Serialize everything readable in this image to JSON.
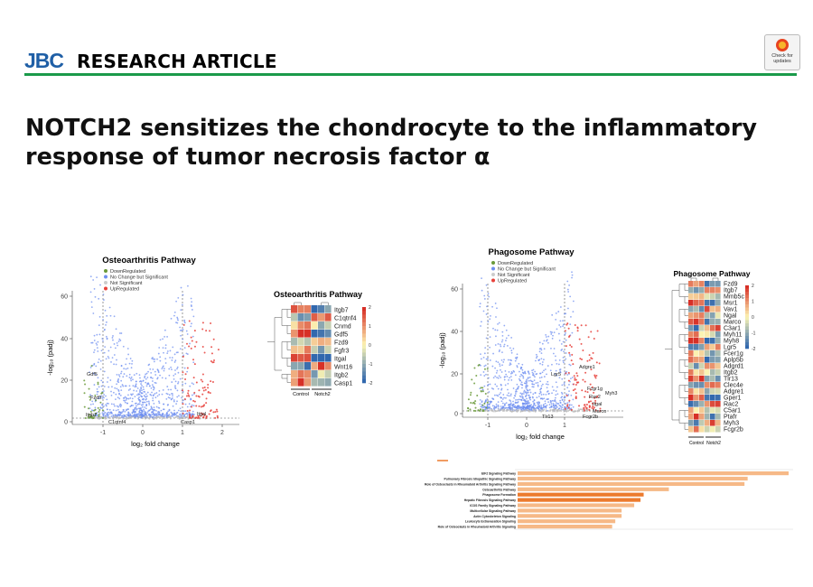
{
  "header": {
    "logo": "JBC",
    "section": "RESEARCH ARTICLE"
  },
  "badge": {
    "line1": "Check for",
    "line2": "updates"
  },
  "article": {
    "title": "NOTCH2 sensitizes the chondrocyte to the inflammatory response of tumor necrosis factor α"
  },
  "volcano1": {
    "title": "Osteoarthritis Pathway",
    "legend": [
      "DownRegulated",
      "No Change but Significant",
      "Not Significant",
      "UpRegulated"
    ],
    "yticks": [
      "60",
      "40",
      "20",
      "0"
    ],
    "xticks": [
      "-1",
      "0",
      "1",
      "2"
    ],
    "xlabel": "log₂ fold change",
    "ylabel": "-log₁₀ (padj)",
    "genes": [
      "Gdf5",
      "Fzd9",
      "Itgb7",
      "C1qtnf4",
      "Casp1",
      "Itgal"
    ]
  },
  "heat1": {
    "title": "Osteoarthritis Pathway",
    "genes": [
      "Itgb7",
      "C1qtnf4",
      "Cnmd",
      "Gdf5",
      "Fzd9",
      "Fgfr3",
      "Itgal",
      "Wnt16",
      "Itgb2",
      "Casp1"
    ],
    "groups": [
      "Control",
      "Notch2"
    ],
    "scale": [
      "2",
      "1",
      "0",
      "-1",
      "-2"
    ]
  },
  "volcano2": {
    "title": "Phagosome Pathway",
    "legend": [
      "DownRegulated",
      "No Change but Significant",
      "Not Significant",
      "UpRegulated"
    ],
    "yticks": [
      "60",
      "40",
      "20",
      "0"
    ],
    "xticks": [
      "-1",
      "0",
      "1"
    ],
    "xlabel": "log₂ fold change",
    "ylabel": "-log₁₀ (padj)",
    "genes": [
      "Adgre1",
      "Lgr5",
      "Fcgr1g",
      "Rac2",
      "Itgal",
      "Marco",
      "Tlr13",
      "Fcgr2b",
      "Myh3"
    ]
  },
  "heat2": {
    "title": "Phagosome Pathway",
    "genes": [
      "Fzd9",
      "Itgb7",
      "Mmb5c",
      "Msr1",
      "Vav1",
      "Ngal",
      "Marco",
      "C3ar1",
      "Myh11",
      "Myh8",
      "Lgr5",
      "Fcer1g",
      "Aplp5b",
      "Adgrd1",
      "Itgb2",
      "Tlr13",
      "Clec4e",
      "Adgre1",
      "Gper1",
      "Rac2",
      "C5ar1",
      "Ptafr",
      "Myh3",
      "Fcgr2b"
    ],
    "groups": [
      "Control",
      "Notch2"
    ],
    "scale": [
      "2",
      "1",
      "0",
      "-1",
      "-2"
    ]
  },
  "bars": {
    "categories": [
      "EIF2 Signaling Pathway",
      "Pulmonary Fibrosis Idiopathic Signaling Pathway",
      "Role of Osteoclasts in Rheumatoid Arthritis Signaling Pathway",
      "Osteoarthritis Pathway",
      "Phagosome Formation",
      "Hepatic Fibrosis Signaling Pathway",
      "ICOS Family Signaling Pathway",
      "Multicellular Signaling Pathway",
      "Actin Cytoskeleton Signaling",
      "Leukocyte Extravasation Signaling",
      "Role of Osteoclasts in Rheumatoid Arthritis Signaling"
    ],
    "values": [
      8.6,
      7.3,
      7.2,
      4.8,
      4.0,
      3.9,
      3.7,
      3.3,
      3.3,
      3.1,
      3.0
    ],
    "highlight": [
      false,
      false,
      false,
      false,
      true,
      true,
      false,
      false,
      false,
      false,
      false
    ],
    "colors": {
      "normal": "#f6b987",
      "highlight": "#ec7b2e"
    }
  }
}
